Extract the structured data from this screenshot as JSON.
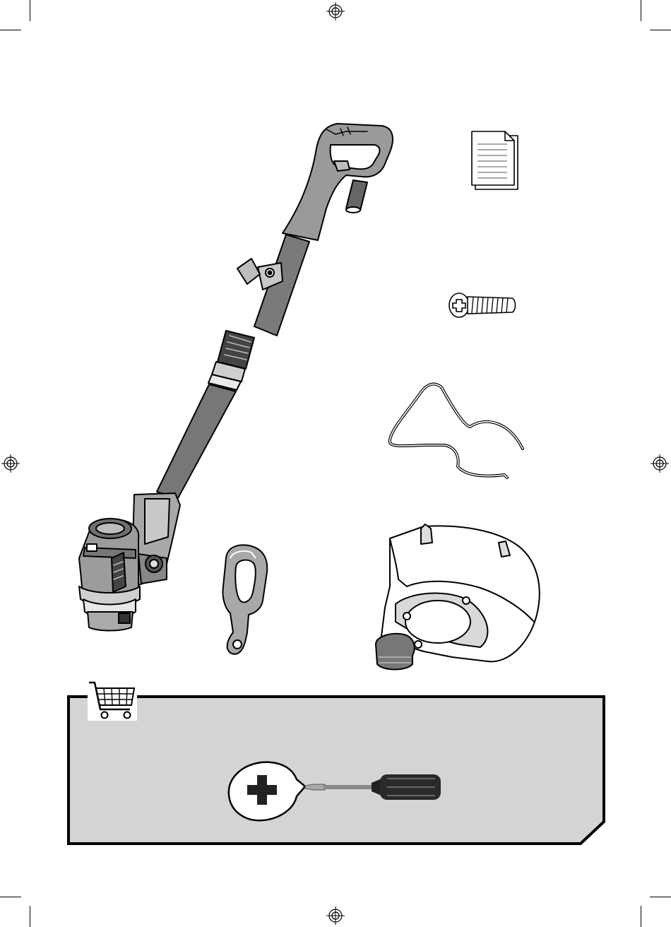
{
  "page": {
    "title": "",
    "printed_text": []
  },
  "parts": [
    {
      "id": "trimmer-body",
      "icon": "string-trimmer-icon"
    },
    {
      "id": "instruction-manual",
      "icon": "document-stack-icon"
    },
    {
      "id": "screw",
      "icon": "phillips-screw-icon"
    },
    {
      "id": "edge-guide-wire",
      "icon": "wire-guide-icon"
    },
    {
      "id": "auxiliary-handle",
      "icon": "auxiliary-handle-icon"
    },
    {
      "id": "guard",
      "icon": "guard-icon"
    }
  ],
  "tools_required": {
    "icon": "shopping-cart-icon",
    "tool_icon": "phillips-screwdriver-icon",
    "callout_icon": "phillips-head-icon",
    "panel_color": "#d4d4d4"
  },
  "print_marks": {
    "registration_icon": "registration-mark-icon",
    "crop_mark_icon": "crop-mark-icon"
  }
}
